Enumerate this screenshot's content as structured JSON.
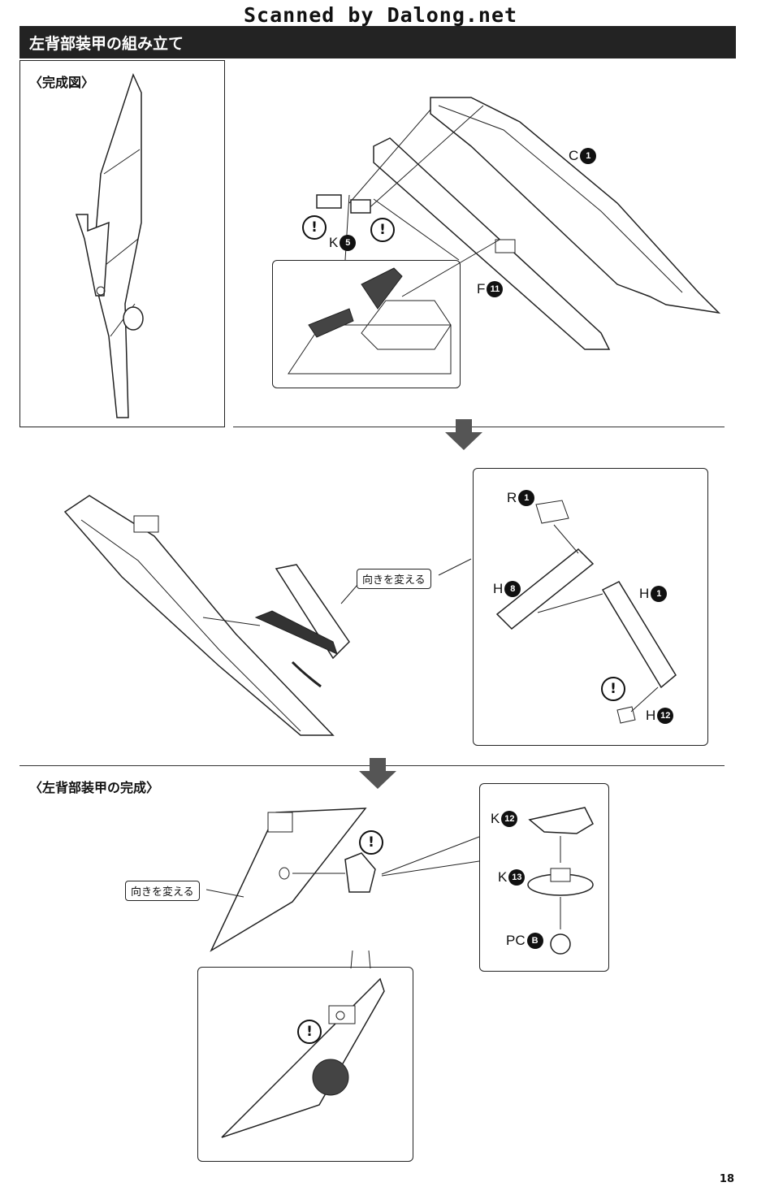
{
  "watermark": "Scanned by Dalong.net",
  "header": {
    "title": "左背部装甲の組み立て"
  },
  "sections": {
    "completed_view_label": "〈完成図〉",
    "final_label": "〈左背部装甲の完成〉"
  },
  "callouts": {
    "rotate_1": "向きを変える",
    "rotate_2": "向きを変える"
  },
  "parts": {
    "c1": {
      "letter": "C",
      "num": "1"
    },
    "k5": {
      "letter": "K",
      "num": "5"
    },
    "f11": {
      "letter": "F",
      "num": "11"
    },
    "r1": {
      "letter": "R",
      "num": "1"
    },
    "h8": {
      "letter": "H",
      "num": "8"
    },
    "h1": {
      "letter": "H",
      "num": "1"
    },
    "h12": {
      "letter": "H",
      "num": "12"
    },
    "k12": {
      "letter": "K",
      "num": "12"
    },
    "k13": {
      "letter": "K",
      "num": "13"
    },
    "pcb": {
      "letter": "PC",
      "num": "B"
    }
  },
  "warn_symbol": "!",
  "page_number": "18"
}
